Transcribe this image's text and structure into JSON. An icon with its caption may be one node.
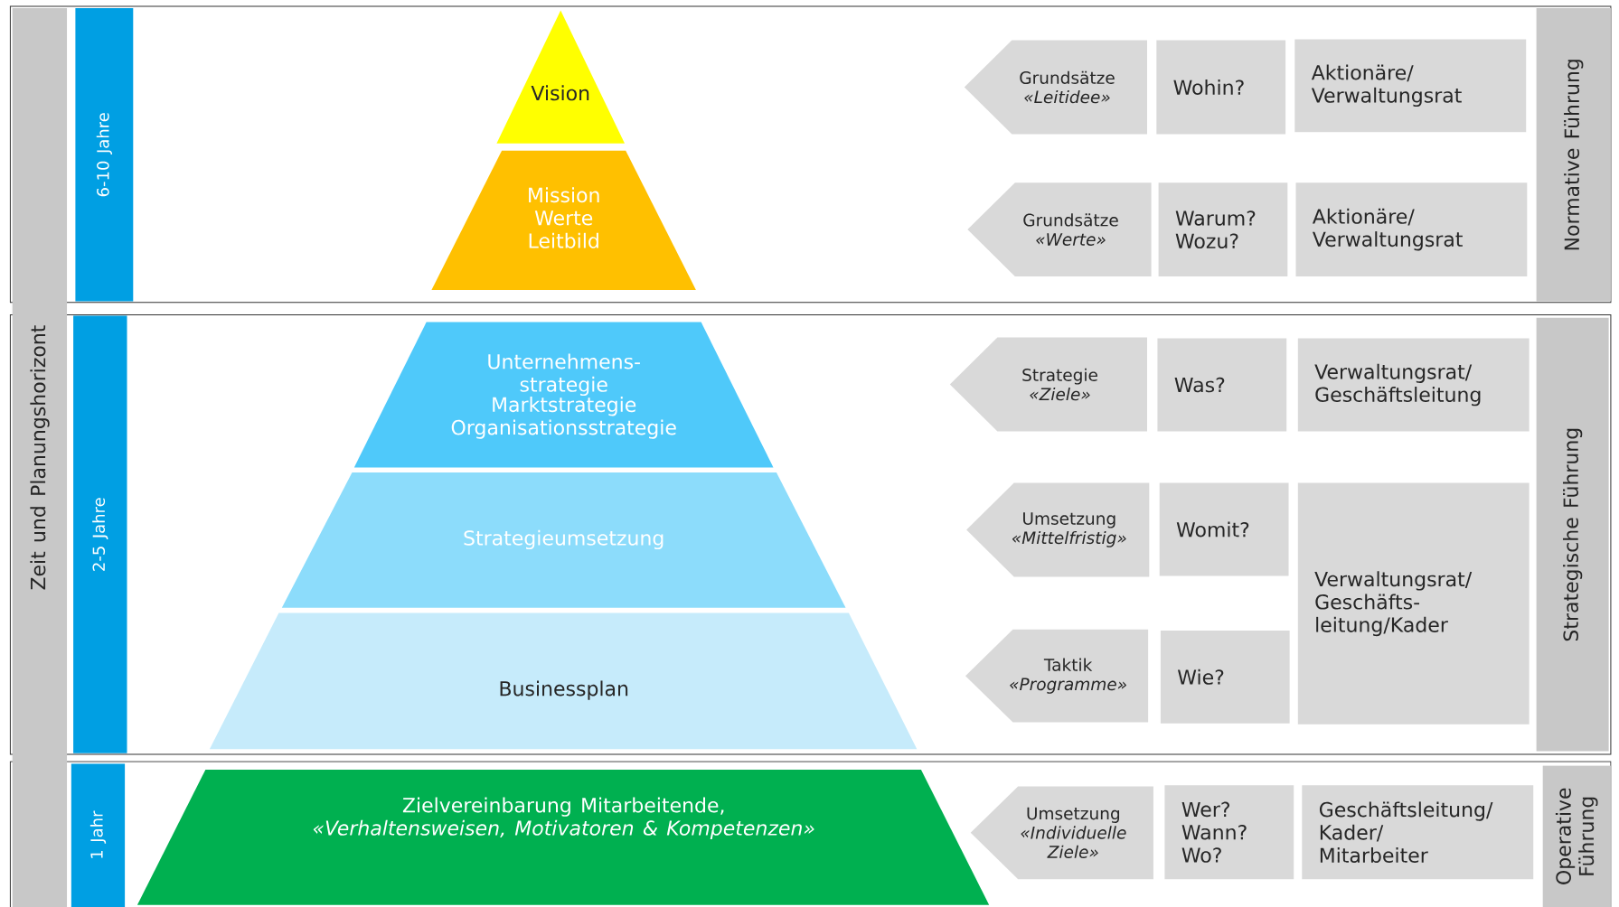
{
  "diagram": {
    "nodes": [
      {
        "text": [
          "Zeit und Planungshorizont"
        ]
      },
      {
        "text": [
          "6-10 Jahre"
        ]
      },
      {
        "text": [
          "Vision"
        ]
      },
      {
        "text": [
          "Mission",
          "Werte",
          "Leitbild"
        ]
      },
      {
        "text": [
          "Grundsätze",
          "«Leitidee»"
        ]
      },
      {
        "text": [
          "Wohin?"
        ]
      },
      {
        "text": [
          "Aktionäre/ Verwaltungsrat"
        ]
      },
      {
        "text": [
          "Grundsätze",
          "«Werte»"
        ]
      },
      {
        "text": [
          "Warum? Wozu?"
        ]
      },
      {
        "text": [
          "Aktionäre/ Verwaltungsrat"
        ]
      },
      {
        "text": [
          "Normative Führung"
        ]
      },
      {
        "text": [
          "2-5 Jahre"
        ]
      },
      {
        "text": [
          "Unternehmens- strategie",
          "Marktstrategie",
          "Organisationsstrategie"
        ]
      },
      {
        "text": [
          "Strategieumsetzung"
        ]
      },
      {
        "text": [
          "Businessplan"
        ]
      },
      {
        "text": [
          "Strategie",
          "«Ziele»"
        ]
      },
      {
        "text": [
          "Was?"
        ]
      },
      {
        "text": [
          "Verwaltungsrat/ Geschäftsleitung"
        ]
      },
      {
        "text": [
          "Umsetzung",
          "«Mittelfristig»"
        ]
      },
      {
        "text": [
          "Womit?"
        ]
      },
      {
        "text": [
          "Verwaltungsrat/ Geschäfts- leitung/Kader"
        ]
      },
      {
        "text": [
          "Taktik",
          "«Programme»"
        ]
      },
      {
        "text": [
          "Wie?"
        ]
      },
      {
        "text": [
          "Strategische Führung"
        ]
      },
      {
        "text": [
          "1 Jahr"
        ]
      },
      {
        "text": [
          "Zielvereinbarung Mitarbeitende,",
          "«Verhaltensweisen, Motivatoren & Kompetenzen»"
        ]
      },
      {
        "text": [
          "Umsetzung",
          "«Individuelle Ziele»"
        ]
      },
      {
        "text": [
          "Wer? Wann? Wo?"
        ]
      },
      {
        "text": [
          "Geschäftsleitung/ Kader/ Mitarbeiter"
        ]
      },
      {
        "text": [
          "Operative Führung"
        ]
      }
    ]
  }
}
